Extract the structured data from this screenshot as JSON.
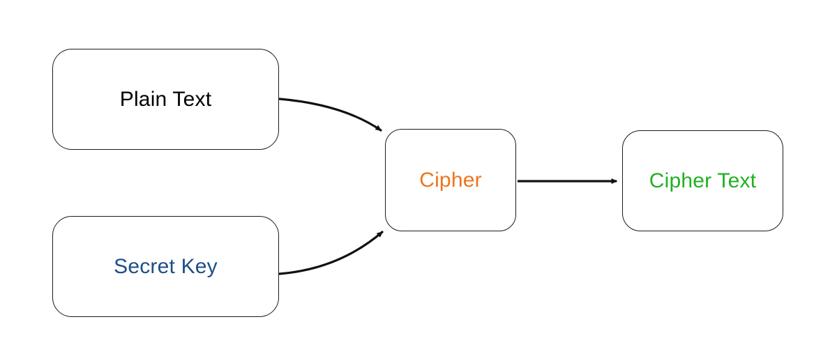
{
  "diagram": {
    "type": "flowchart",
    "background_color": "#ffffff",
    "box_border_color": "#1a1a1a",
    "arrow_color": "#111111",
    "nodes": [
      {
        "id": "plain-text",
        "label": "Plain Text",
        "text_color": "#000000"
      },
      {
        "id": "secret-key",
        "label": "Secret Key",
        "text_color": "#1b4f87"
      },
      {
        "id": "cipher",
        "label": "Cipher",
        "text_color": "#f0741c"
      },
      {
        "id": "cipher-text",
        "label": "Cipher Text",
        "text_color": "#21b021"
      }
    ],
    "edges": [
      {
        "from": "plain-text",
        "to": "cipher",
        "style": "curved-down"
      },
      {
        "from": "secret-key",
        "to": "cipher",
        "style": "curved-up"
      },
      {
        "from": "cipher",
        "to": "cipher-text",
        "style": "straight"
      }
    ]
  }
}
